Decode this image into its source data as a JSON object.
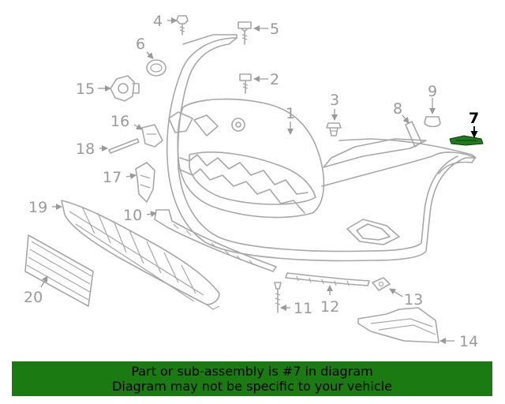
{
  "callouts": {
    "c1": "1",
    "c2": "2",
    "c3": "3",
    "c4": "4",
    "c5": "5",
    "c6": "6",
    "c7": "7",
    "c8": "8",
    "c9": "9",
    "c10": "10",
    "c11": "11",
    "c12": "12",
    "c13": "13",
    "c14": "14",
    "c15": "15",
    "c16": "16",
    "c17": "17",
    "c18": "18",
    "c19": "19",
    "c20": "20"
  },
  "highlighted_part": "7",
  "colors": {
    "highlight": "#1f7a1f",
    "banner": "#1b7a12",
    "line_art": "#a7a7a7"
  },
  "banner": {
    "line1": "Part or sub-assembly is #7 in diagram",
    "line2": "Diagram may not be specific to your vehicle"
  }
}
